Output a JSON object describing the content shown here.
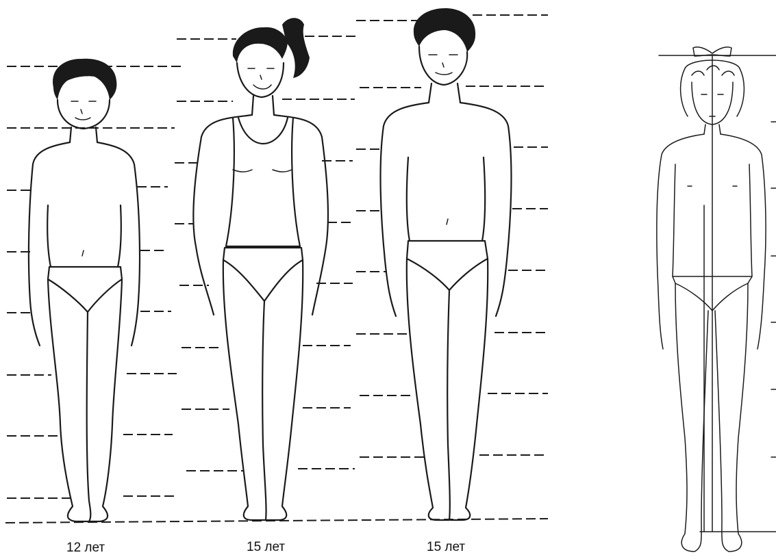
{
  "figures": [
    {
      "id": "boy-12",
      "caption": "12 лет"
    },
    {
      "id": "girl-15",
      "caption": "15 лет"
    },
    {
      "id": "boy-15",
      "caption": "15 лет"
    }
  ]
}
